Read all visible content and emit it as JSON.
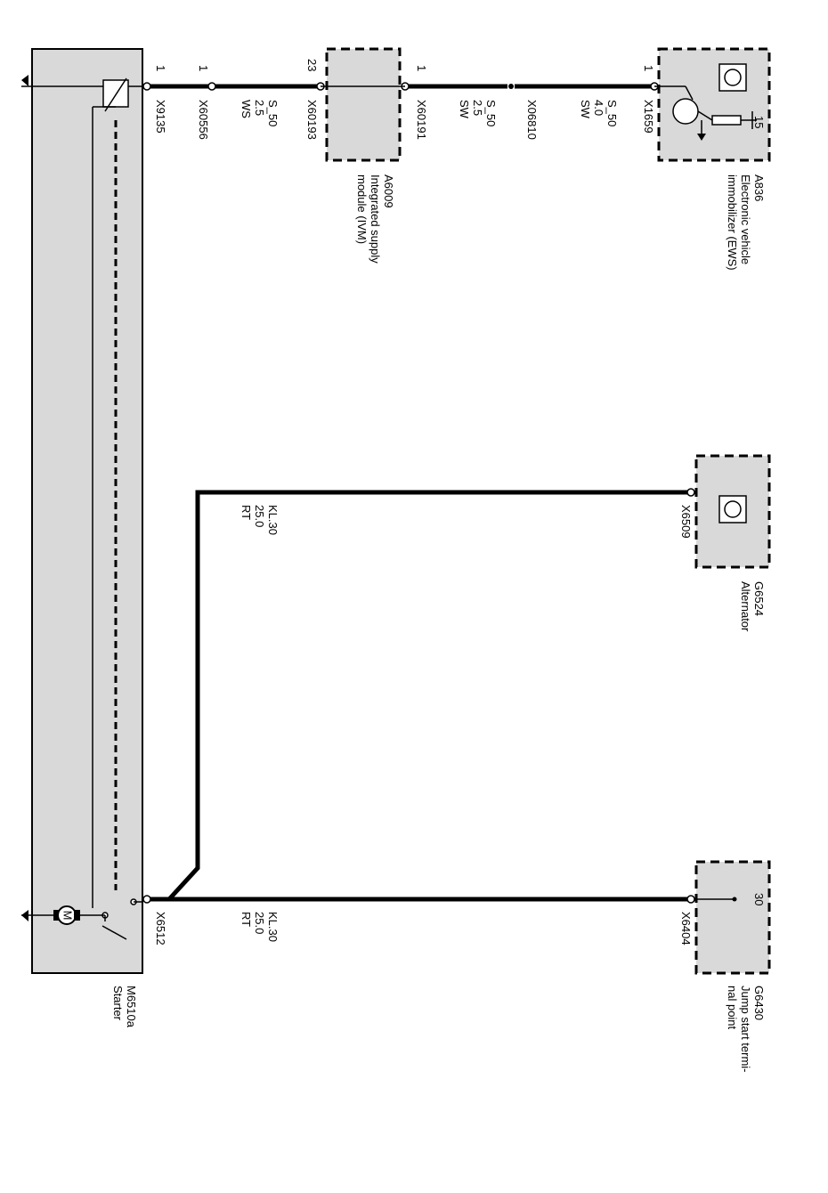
{
  "components": {
    "ews": {
      "id": "A836",
      "name_line1": "Electronic vehicle",
      "name_line2": "immobilizer (EWS)",
      "pin": "15"
    },
    "ivm": {
      "id": "A6009",
      "name_line1": "Integrated supply",
      "name_line2": "module (IVM)"
    },
    "alternator": {
      "id": "G6524",
      "name": "Alternator"
    },
    "jump_start": {
      "id": "G6430",
      "name_line1": "Jump start termi-",
      "name_line2": "nal point",
      "pin": "30"
    },
    "starter": {
      "id": "M6510a",
      "name": "Starter",
      "motor_symbol": "M"
    }
  },
  "connectors": {
    "x1659": {
      "name": "X1659",
      "pin": "1"
    },
    "x06810": {
      "name": "X06810"
    },
    "x60191": {
      "name": "X60191",
      "pin": "1"
    },
    "x60193": {
      "name": "X60193",
      "pin": "23"
    },
    "x60556": {
      "name": "X60556",
      "pin": "1"
    },
    "x9135": {
      "name": "X9135",
      "pin": "1"
    },
    "x6509": {
      "name": "X6509"
    },
    "x6404": {
      "name": "X6404"
    },
    "x6512": {
      "name": "X6512"
    }
  },
  "wires": {
    "w1": {
      "signal": "S_50",
      "size": "4.0",
      "color": "SW"
    },
    "w2": {
      "signal": "S_50",
      "size": "2.5",
      "color": "SW"
    },
    "w3": {
      "signal": "S_50",
      "size": "2.5",
      "color": "WS"
    },
    "w4": {
      "signal": "KL.30",
      "size": "25.0",
      "color": "RT"
    },
    "w5": {
      "signal": "KL.30",
      "size": "25.0",
      "color": "RT"
    }
  }
}
